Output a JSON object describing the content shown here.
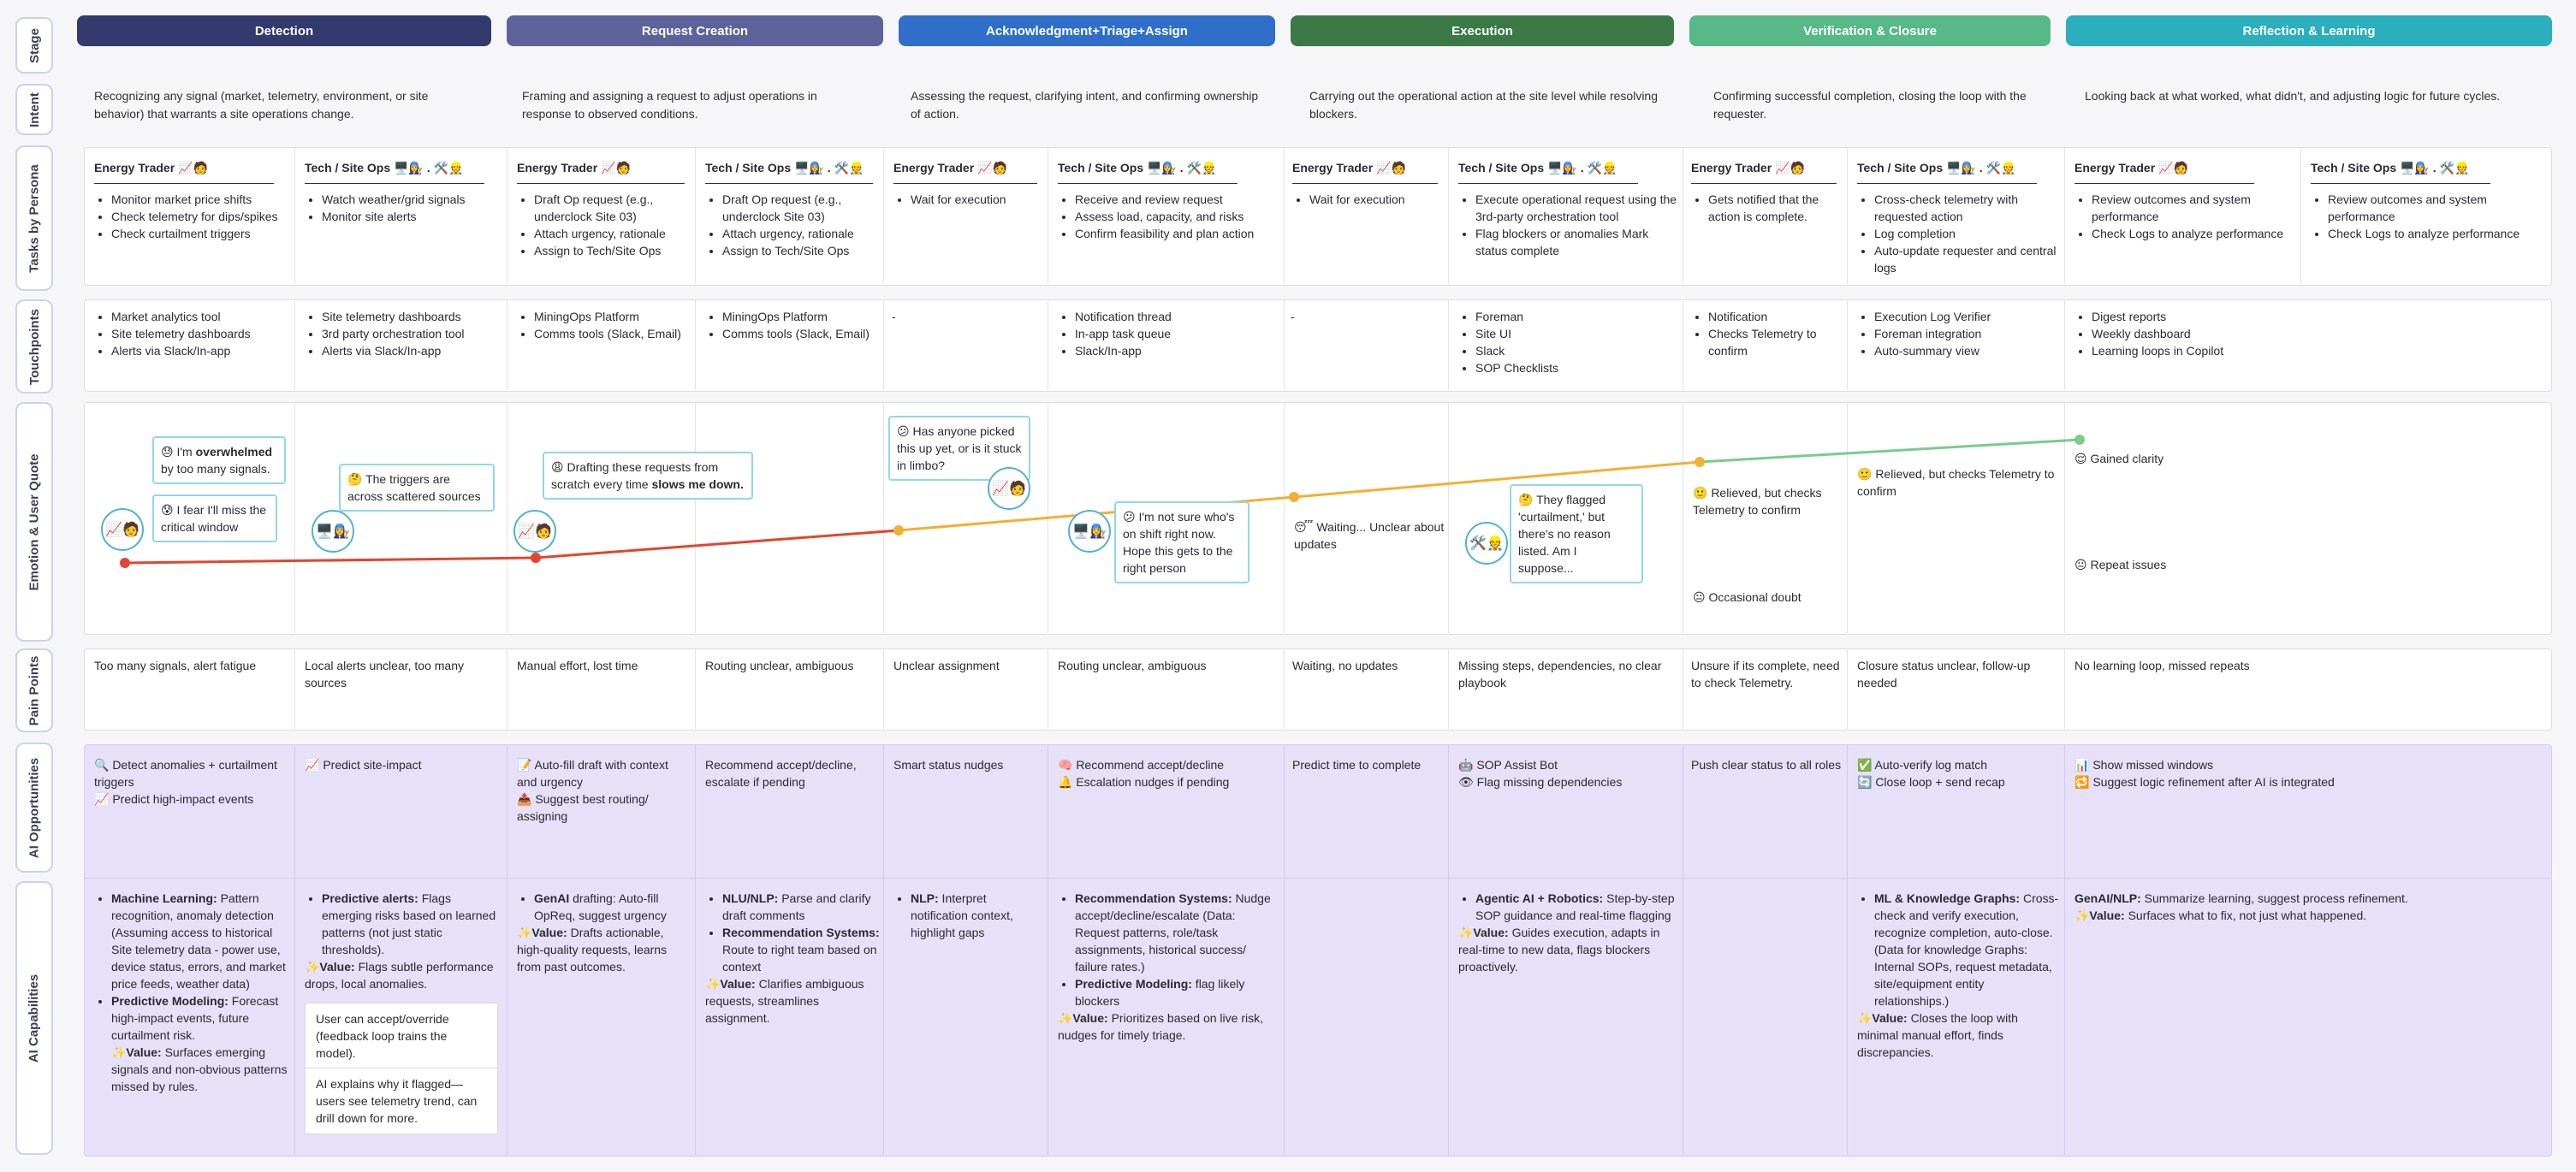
{
  "rows": [
    "Stage",
    "Intent",
    "Tasks by Persona",
    "Touchpoints",
    "Emotion & User Quote",
    "Pain Points",
    "AI Opportunities",
    "AI Capabilities"
  ],
  "stages": [
    {
      "label": "Detection",
      "color": "#333a6e"
    },
    {
      "label": "Request Creation",
      "color": "#5d629a"
    },
    {
      "label": "Acknowledgment+Triage+Assign",
      "color": "#2f6fc9"
    },
    {
      "label": "Execution",
      "color": "#3b7a46"
    },
    {
      "label": "Verification & Closure",
      "color": "#56b987"
    },
    {
      "label": "Reflection & Learning",
      "color": "#2bafbd"
    }
  ],
  "intents": [
    "Recognizing any signal (market, telemetry, environment, or site behavior) that warrants a site operations change.",
    "Framing and assigning a request to adjust operations in response to observed conditions.",
    "Assessing the request, clarifying intent, and confirming ownership of action.",
    "Carrying out the operational action at the site level while resolving blockers.",
    "Confirming successful completion, closing the loop with the requester.",
    "Looking back at what worked, what didn't, and adjusting logic for future cycles."
  ],
  "personas": {
    "energy": "Energy Trader 📈🧑",
    "tech": "Tech / Site Ops 🖥️👩‍🔧 . 🛠️👷"
  },
  "tasks": [
    [
      "Monitor market price shifts",
      "Check telemetry for dips/spikes",
      "Check curtailment triggers"
    ],
    [
      "Watch weather/grid signals",
      "Monitor site alerts"
    ],
    [
      "Draft Op request (e.g., underclock Site 03)",
      "Attach urgency, rationale",
      "Assign to Tech/Site Ops"
    ],
    [
      "Draft Op request (e.g., underclock Site 03)",
      "Attach urgency, rationale",
      "Assign to Tech/Site Ops"
    ],
    [
      "Wait for execution"
    ],
    [
      "Receive and review request",
      "Assess load, capacity, and risks",
      "Confirm feasibility and plan action"
    ],
    [
      "Wait for execution"
    ],
    [
      "Execute operational request using the 3rd-party orchestration tool",
      "Flag blockers or anomalies Mark status complete"
    ],
    [
      "Gets notified that the action is complete."
    ],
    [
      "Cross-check telemetry with requested action",
      "Log completion",
      "Auto-update requester and central logs"
    ],
    [
      "Review outcomes and system performance",
      "Check Logs to analyze performance"
    ],
    [
      "Review outcomes and system performance",
      "Check Logs to analyze performance"
    ]
  ],
  "touchpoints": [
    [
      "Market analytics tool",
      "Site telemetry dashboards",
      "Alerts via Slack/In-app"
    ],
    [
      "Site telemetry dashboards",
      "3rd party orchestration tool",
      "Alerts via Slack/In-app"
    ],
    [
      "MiningOps Platform",
      "Comms tools (Slack, Email)"
    ],
    [
      "MiningOps Platform",
      "Comms tools (Slack, Email)"
    ],
    [
      "-"
    ],
    [
      "Notification thread",
      "In-app task queue",
      "Slack/In-app"
    ],
    [
      "-"
    ],
    [
      "Foreman",
      "Site UI",
      "Slack",
      "SOP Checklists"
    ],
    [
      "Notification",
      "Checks Telemetry to confirm"
    ],
    [
      "Execution Log Verifier",
      "Foreman integration",
      "Auto-summary view"
    ],
    [
      "Digest reports",
      "Weekly dashboard",
      "Learning loops in Copilot"
    ]
  ],
  "emotion": {
    "q1a_pre": "😓 I'm ",
    "q1a_bold": "overwhelmed",
    "q1a_post": " by too many signals.",
    "q1b": "😰 I fear I'll miss the critical window",
    "q2": "🤔 The triggers are across scattered sources",
    "q3_pre": "😩 Drafting these requests from scratch every time ",
    "q3_bold": "slows me down.",
    "q4": "😕 Has anyone picked this up yet, or is it stuck in limbo?",
    "q5": "😕 I'm not sure who's on shift right now. Hope this gets to the right person",
    "q6": "😴 Waiting... Unclear about updates",
    "q7": "🤔 They flagged 'curtailment,' but there's no reason listed. Am I suppose...",
    "q8": "🙂 Relieved, but checks Telemetry to confirm",
    "q9": "😐 Occasional doubt",
    "q10": "🙂 Relieved, but checks Telemetry to confirm",
    "q11": "😌 Gained clarity",
    "q12": "😐 Repeat issues",
    "av_energy": "📈🧑",
    "av_tech": "🖥️👩‍🔧",
    "av_ops": "🛠️👷"
  },
  "pain": [
    "Too many signals, alert fatigue",
    "Local alerts unclear, too many sources",
    "Manual effort, lost time",
    "Routing unclear, ambiguous",
    "Unclear assignment",
    "Routing unclear, ambiguous",
    "Waiting, no updates",
    "Missing steps, dependencies, no clear playbook",
    "Unsure if its complete, need to check Telemetry.",
    "Closure status unclear, follow-up needed",
    "No learning loop, missed repeats"
  ],
  "opps": [
    [
      "🔍 Detect anomalies + curtailment triggers",
      "📈 Predict high-impact events"
    ],
    [
      "📈 Predict site-impact"
    ],
    [
      "📝 Auto-fill draft with context and urgency",
      "📤 Suggest best routing/ assigning"
    ],
    [
      "Recommend accept/decline, escalate if pending"
    ],
    [
      "Smart status nudges"
    ],
    [
      "🧠 Recommend accept/decline",
      "🔔 Escalation nudges if pending"
    ],
    [
      "Predict time to complete"
    ],
    [
      "🤖 SOP Assist Bot",
      "👁 Flag missing dependencies"
    ],
    [
      "Push clear status to all roles"
    ],
    [
      "✅ Auto-verify log match",
      "🔄 Close loop + send recap"
    ],
    [
      "📊 Show missed windows",
      "🔁 Suggest logic refinement after AI is integrated"
    ]
  ],
  "caps": {
    "c1_ml_k": "Machine Learning:",
    "c1_ml_v": " Pattern recognition, anomaly detection (Assuming access to historical Site telemetry data - power use, device status, errors, and market price feeds, weather data)",
    "c1_pm_k": "Predictive Modeling:",
    "c1_pm_v": " Forecast high-impact events, future curtailment risk.",
    "c1_val_k": "✨Value:",
    "c1_val_v": " Surfaces emerging signals and non-obvious patterns missed by rules.",
    "c2_k": "Predictive alerts:",
    "c2_v": " Flags emerging risks based on learned patterns (not just static thresholds).",
    "c2_val_k": "✨Value:",
    "c2_val_v": " Flags subtle performance drops, local anomalies.",
    "c2_note1": "User can accept/override (feedback loop trains the model).",
    "c2_note2": "AI explains why it flagged—users see telemetry trend, can drill down for more.",
    "c3_k": "GenAI",
    "c3_v": " drafting:  Auto-fill OpReq, suggest urgency",
    "c3_val_k": "✨Value:",
    "c3_val_v": " Drafts actionable, high-quality requests, learns from past outcomes.",
    "c4_a_k": "NLU/NLP:",
    "c4_a_v": " Parse and clarify draft comments",
    "c4_b_k": "Recommendation Systems:",
    "c4_b_v": " Route to right team based on context",
    "c4_val_k": "✨Value:",
    "c4_val_v": " Clarifies ambiguous requests, streamlines assignment.",
    "c5_k": "NLP:",
    "c5_v": " Interpret notification context, highlight gaps",
    "c6_a_k": "Recommendation Systems:",
    "c6_a_v": " Nudge accept/decline/escalate (Data: Request patterns, role/task assignments, historical success/ failure rates.)",
    "c6_b_k": "Predictive Modeling:",
    "c6_b_v": " flag likely blockers",
    "c6_val_k": "✨Value:",
    "c6_val_v": " Prioritizes based on live risk, nudges for timely triage.",
    "c7_k": "Agentic AI + Robotics:",
    "c7_v": " Step-by-step SOP guidance and real-time flagging",
    "c7_val_k": "✨Value:",
    "c7_val_v": " Guides execution, adapts in real-time to new data, flags blockers proactively.",
    "c8_k": "ML & Knowledge Graphs:",
    "c8_v": " Cross-check and verify execution, recognize completion, auto-close.  (Data for knowledge Graphs: Internal SOPs, request metadata, site/equipment entity relationships.)",
    "c8_val_k": "✨Value:",
    "c8_val_v": " Closes the loop with minimal manual effort, finds discrepancies.",
    "c9_k": "GenAI/NLP:",
    "c9_v": " Summarize learning, suggest process refinement.",
    "c9_val_k": "✨Value:",
    "c9_val_v": " Surfaces what to fix, not just what happened."
  },
  "colors": {
    "red": "#e2462c",
    "orange": "#f2b033",
    "green": "#7bcc8d",
    "cyan": "#8fd8e6",
    "purple": "#e6e0f8"
  }
}
